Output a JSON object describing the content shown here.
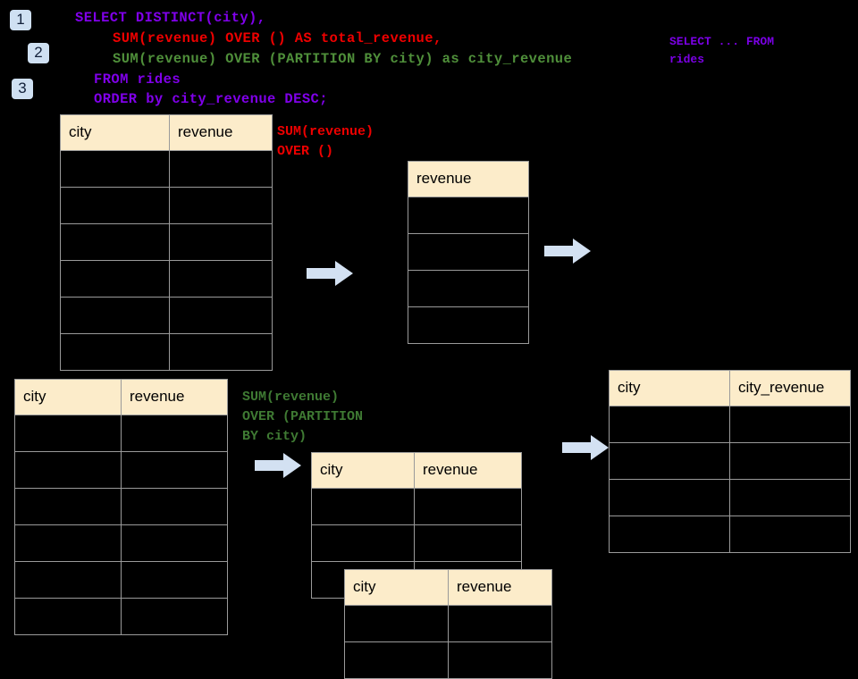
{
  "background_color": "#000000",
  "badges": [
    {
      "label": "1",
      "name": "step-badge-1"
    },
    {
      "label": "2",
      "name": "step-badge-2"
    },
    {
      "label": "3",
      "name": "step-badge-3"
    }
  ],
  "sql": {
    "lines": [
      {
        "text": "SELECT DISTINCT(city),",
        "color": "#8000ea"
      },
      {
        "text": "SUM(revenue) OVER () AS total_revenue,",
        "color": "#ee0000"
      },
      {
        "text": "SUM(revenue) OVER (PARTITION BY city) as city_revenue",
        "color": "#4f8f3a"
      },
      {
        "text": "FROM rides",
        "color": "#8000ea"
      },
      {
        "text": "ORDER by city_revenue DESC;",
        "color": "#8000ea"
      }
    ]
  },
  "side_note": {
    "text": "SELECT ... FROM\nrides",
    "color": "#7b00e6"
  },
  "annotations": {
    "total_revenue": {
      "text": "SUM(revenue)\nOVER ()",
      "color": "#ee0000"
    },
    "city_revenue": {
      "text": "SUM(revenue)\nOVER (PARTITION\nBY city)",
      "color": "#3f7a33"
    }
  },
  "tables": {
    "rides_1": {
      "name": "rides-source-table-top",
      "headers": [
        "city",
        "revenue"
      ],
      "row_count": 6,
      "rows": [
        [
          "",
          ""
        ],
        [
          "",
          ""
        ],
        [
          "",
          ""
        ],
        [
          "",
          ""
        ],
        [
          "",
          ""
        ],
        [
          "",
          ""
        ]
      ]
    },
    "revenue": {
      "name": "total-revenue-table",
      "headers": [
        "revenue"
      ],
      "row_count": 4,
      "rows": [
        [
          ""
        ],
        [
          ""
        ],
        [
          ""
        ],
        [
          ""
        ]
      ]
    },
    "rides_2": {
      "name": "rides-source-table-bottom",
      "headers": [
        "city",
        "revenue"
      ],
      "row_count": 6,
      "rows": [
        [
          "",
          ""
        ],
        [
          "",
          ""
        ],
        [
          "",
          ""
        ],
        [
          "",
          ""
        ],
        [
          "",
          ""
        ],
        [
          "",
          ""
        ]
      ]
    },
    "partition_a": {
      "name": "partition-group-table-back",
      "headers": [
        "city",
        "revenue"
      ],
      "row_count": 3,
      "rows": [
        [
          "",
          ""
        ],
        [
          "",
          ""
        ],
        [
          "",
          ""
        ]
      ]
    },
    "partition_b": {
      "name": "partition-group-table-front",
      "headers": [
        "city",
        "revenue"
      ],
      "row_count": 2,
      "rows": [
        [
          "",
          ""
        ],
        [
          "",
          ""
        ]
      ]
    },
    "output": {
      "name": "final-output-table",
      "headers": [
        "city",
        "city_revenue"
      ],
      "row_count": 4,
      "rows": [
        [
          "",
          ""
        ],
        [
          "",
          ""
        ],
        [
          "",
          ""
        ],
        [
          "",
          ""
        ]
      ]
    }
  },
  "arrows": {
    "color": "#d3e1f2",
    "count": 4,
    "names": [
      "flow-arrow-rides-to-revenue",
      "flow-arrow-revenue-to-output",
      "flow-arrow-rides-to-partition",
      "flow-arrow-partition-to-output"
    ]
  },
  "colors": {
    "header_fill": "#fcecca",
    "grid_line": "#9a9a9a",
    "badge_fill": "#cfe0f2",
    "arrow_fill": "#d3e1f2",
    "sql_purple": "#8000ea",
    "sql_red": "#ee0000",
    "sql_green": "#4f8f3a"
  }
}
